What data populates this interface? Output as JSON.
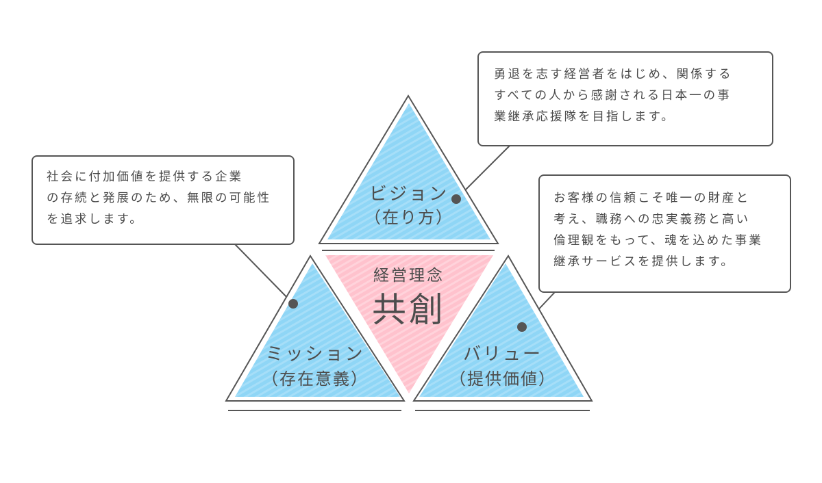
{
  "center": {
    "label": "経営理念",
    "title": "共創"
  },
  "triangles": {
    "vision": {
      "title": "ビジョン",
      "subtitle": "（在り方）"
    },
    "mission": {
      "title": "ミッション",
      "subtitle": "（存在意義）"
    },
    "value": {
      "title": "バリュー",
      "subtitle": "（提供価値）"
    }
  },
  "callouts": {
    "vision": [
      "勇退を志す経営者をはじめ、関係する",
      "すべての人から感謝される日本一の事",
      "業継承応援隊を目指します。"
    ],
    "mission": [
      "社会に付加価値を提供する企業",
      "の存続と発展のため、無限の可能性",
      "を追求します。"
    ],
    "value": [
      "お客様の信頼こそ唯一の財産と",
      "考え、職務への忠実義務と高い",
      "倫理観をもって、魂を込めた事業",
      "継承サービスを提供します。"
    ]
  },
  "colors": {
    "blue": "#8fd6f6",
    "pink": "#ffc6d1",
    "outline": "#555555",
    "text": "#4a4a4a"
  }
}
